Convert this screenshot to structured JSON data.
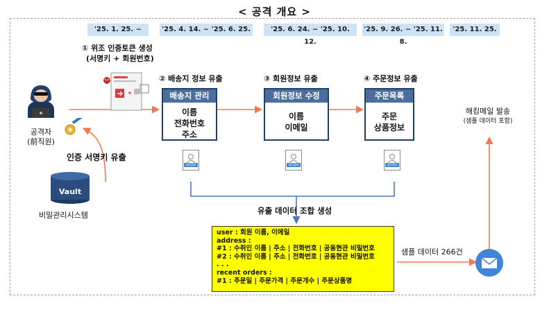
{
  "title": "< 공격 개요 >",
  "dates": [
    "'25. 1. 25. ~",
    "'25. 4. 14. ~ '25. 6. 25.",
    "'25. 6. 24. ~ '25. 10. 12.",
    "'25. 9. 26. ~ '25. 11. 8.",
    "'25. 11. 25."
  ],
  "step1": {
    "line1": "① 위조 인증토큰 생성",
    "line2": "(서명키 + 회원번호)"
  },
  "step2": "② 배송지 정보 유출",
  "step3": "③ 회원정보 유출",
  "step4": "④ 주문정보 유출",
  "attacker": {
    "line1": "공격자",
    "line2": "(前직원)"
  },
  "key_leak": "인증 서명키 유출",
  "vault": {
    "label": "Vault",
    "caption": "비밀관리시스템"
  },
  "boxes": [
    {
      "header": "배송지 관리",
      "lines": [
        "이름",
        "전화번호",
        "주소"
      ]
    },
    {
      "header": "회원정보 수정",
      "lines": [
        "이름",
        "이메일"
      ]
    },
    {
      "header": "주문목록",
      "lines": [
        "주문",
        "상품정보"
      ]
    }
  ],
  "doc_label": "개인정보",
  "combine_label": "유출 데이터 조합 생성",
  "data_lines": [
    "user : 회원 이름, 이메일",
    "address :",
    "#1 : 수취인 이름 | 주소 | 전화번호 | 공동현관 비밀번호",
    "#2 : 수취인 이름 | 주소 | 전화번호 | 공동현관 비밀번호",
    ". . .",
    "recent orders :",
    "#1 : 주문일 | 주문가격 | 주문개수 | 주문상품명"
  ],
  "sample_label": "샘플 데이터 266건",
  "hacking": {
    "line1": "해킹메일 발송",
    "line2": "(샘플 데이터 포함)"
  }
}
